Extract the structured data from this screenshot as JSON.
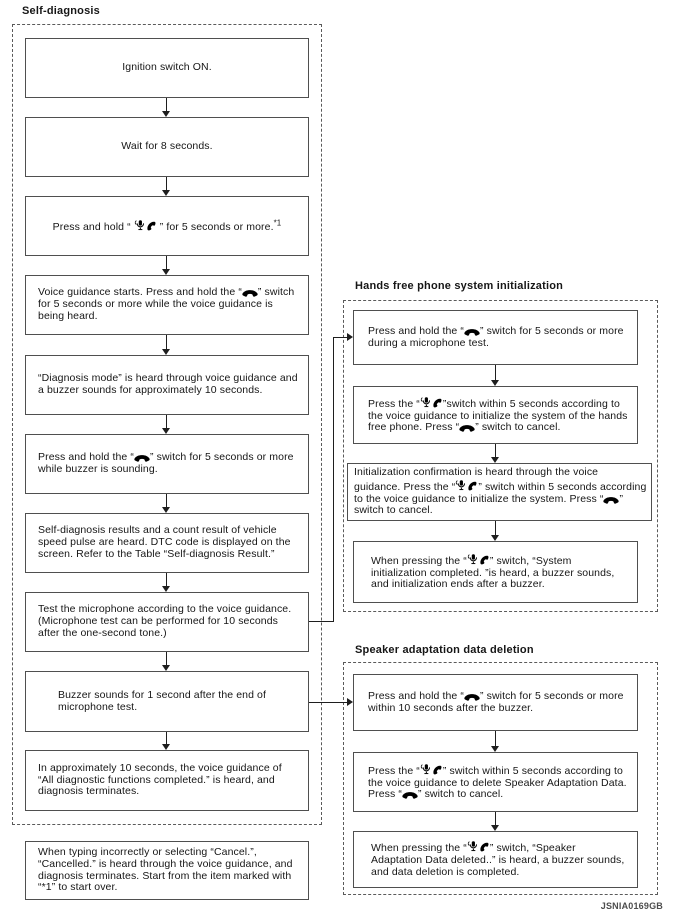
{
  "self_diagnosis": {
    "title": "Self-diagnosis",
    "steps": [
      {
        "id": "ignition-switch-on",
        "segments": [
          {
            "t": "Ignition switch ON."
          }
        ]
      },
      {
        "id": "wait-8-seconds",
        "segments": [
          {
            "t": "Wait for 8 seconds."
          }
        ]
      },
      {
        "id": "press-hold-voice-command",
        "segments": [
          {
            "t": "Press and hold “ "
          },
          {
            "icon": "vc"
          },
          {
            "t": " ” for 5 seconds or more."
          },
          {
            "sup": "*1"
          }
        ]
      },
      {
        "id": "voice-guidance-starts",
        "segments": [
          {
            "t": "Voice guidance starts. Press and hold the “"
          },
          {
            "icon": "hu"
          },
          {
            "t": "” switch for 5 seconds or more while the voice guidance is being heard."
          }
        ]
      },
      {
        "id": "diagnosis-mode-heard",
        "segments": [
          {
            "t": "“Diagnosis mode” is heard through voice guidance and a buzzer sounds for approximately 10 seconds."
          }
        ]
      },
      {
        "id": "press-hold-while-buzzer",
        "segments": [
          {
            "t": "Press and hold the “"
          },
          {
            "icon": "hu"
          },
          {
            "t": "” switch for 5 seconds or more while buzzer is sounding."
          }
        ]
      },
      {
        "id": "self-diagnosis-results",
        "segments": [
          {
            "t": "Self-diagnosis results and a count result of vehicle speed pulse are heard. DTC code is displayed on the screen. Refer to the Table “Self-diagnosis Result.”"
          }
        ]
      },
      {
        "id": "microphone-test",
        "segments": [
          {
            "t": "Test the microphone according to the voice guidance. (Microphone test can be performed for 10 seconds after the one-second tone.)"
          }
        ]
      },
      {
        "id": "buzzer-1-second",
        "segments": [
          {
            "t": "Buzzer sounds for 1 second after the end of microphone test."
          }
        ]
      },
      {
        "id": "diagnosis-terminates",
        "segments": [
          {
            "t": "In approximately 10 seconds, the voice guidance of “All diagnostic functions completed.” is heard, and diagnosis terminates."
          }
        ]
      }
    ],
    "note": {
      "segments": [
        {
          "t": "When typing incorrectly or selecting “Cancel.”, “Cancelled.” is heard through the voice guidance, and diagnosis terminates. Start from the item marked with “*1” to start over."
        }
      ]
    }
  },
  "hands_free_init": {
    "title": "Hands free phone system initialization",
    "steps": [
      {
        "id": "press-hold-during-mic-test",
        "segments": [
          {
            "t": "Press and hold the “"
          },
          {
            "icon": "hu"
          },
          {
            "t": "” switch for 5 seconds or more during a microphone test."
          }
        ]
      },
      {
        "id": "press-to-initialize",
        "segments": [
          {
            "t": "Press the “"
          },
          {
            "icon": "vc"
          },
          {
            "t": "”switch within 5 seconds according to the voice guidance to initialize the system of the hands free phone. Press “"
          },
          {
            "icon": "hu"
          },
          {
            "t": "” switch to cancel."
          }
        ]
      },
      {
        "id": "initialization-confirmation",
        "segments": [
          {
            "t": "Initialization confirmation is heard through the voice guidance. Press the “"
          },
          {
            "icon": "vc"
          },
          {
            "t": "” switch within 5 seconds according to the voice guidance to initialize the system. Press “"
          },
          {
            "icon": "hu"
          },
          {
            "t": "” switch to cancel."
          }
        ]
      },
      {
        "id": "initialization-completed",
        "segments": [
          {
            "t": "When pressing the “"
          },
          {
            "icon": "vc"
          },
          {
            "t": "” switch, “System initialization completed. ”is heard, a buzzer sounds, and initialization ends after a buzzer."
          }
        ]
      }
    ]
  },
  "speaker_adaptation": {
    "title": "Speaker adaptation data deletion",
    "steps": [
      {
        "id": "press-hold-after-buzzer",
        "segments": [
          {
            "t": "Press and hold the “"
          },
          {
            "icon": "hu"
          },
          {
            "t": "” switch for 5 seconds or more within 10 seconds after the buzzer."
          }
        ]
      },
      {
        "id": "press-to-delete",
        "segments": [
          {
            "t": "Press the “"
          },
          {
            "icon": "vc"
          },
          {
            "t": "” switch within 5 seconds according to the voice guidance to delete Speaker Adaptation Data. Press “"
          },
          {
            "icon": "hu"
          },
          {
            "t": "” switch to cancel."
          }
        ]
      },
      {
        "id": "data-deleted",
        "segments": [
          {
            "t": "When pressing the “"
          },
          {
            "icon": "vc"
          },
          {
            "t": "” switch, “Speaker Adaptation Data deleted..” is heard, a buzzer sounds, and data deletion is completed."
          }
        ]
      }
    ]
  },
  "icons": {
    "vc": "voice-command-icon",
    "hu": "phone-end-icon"
  },
  "figure_id": "JSNIA0169GB"
}
